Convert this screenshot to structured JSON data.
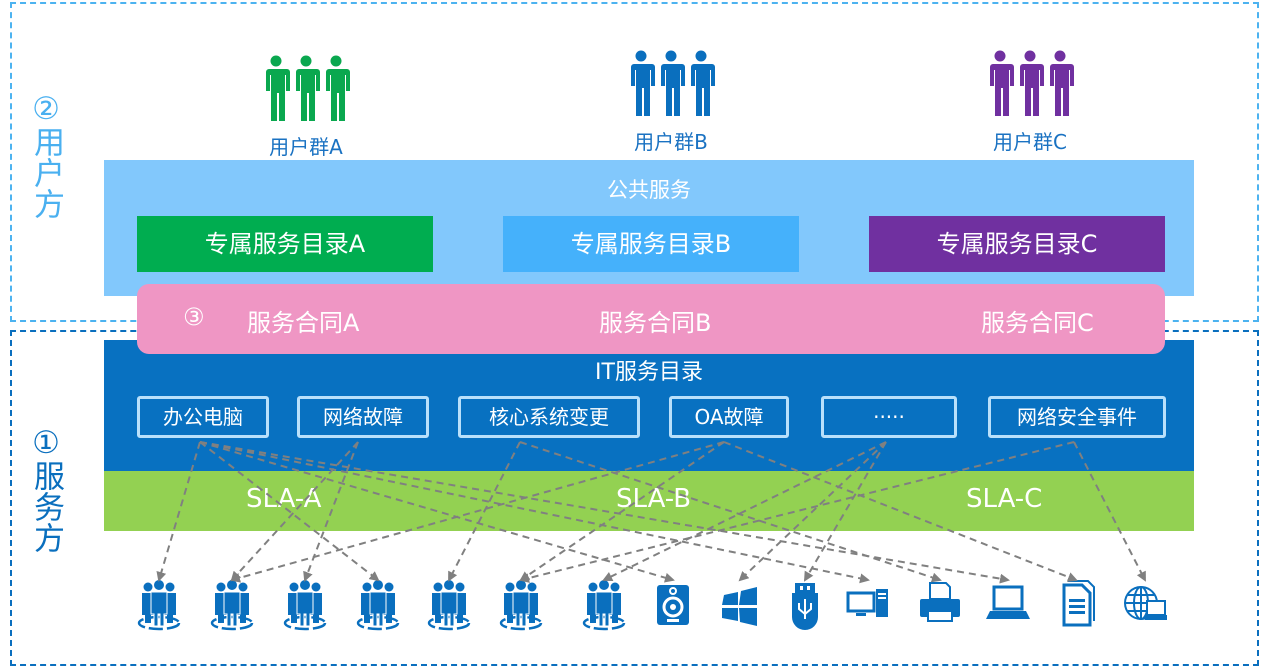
{
  "zones": {
    "user_side": {
      "number": "②",
      "label": "用户方"
    },
    "service_side": {
      "number": "①",
      "label": "服务方"
    }
  },
  "user_groups": [
    {
      "label": "用户群A",
      "color": "#0aa84f"
    },
    {
      "label": "用户群B",
      "color": "#0a6fbe"
    },
    {
      "label": "用户群C",
      "color": "#7030a0"
    }
  ],
  "public_service": {
    "title": "公共服务",
    "catalogs": [
      {
        "label": "专属服务目录A",
        "color": "#00ad50"
      },
      {
        "label": "专属服务目录B",
        "color": "#45b1fb"
      },
      {
        "label": "专属服务目录C",
        "color": "#7030a0"
      }
    ]
  },
  "contracts": {
    "number": "③",
    "items": [
      "服务合同A",
      "服务合同B",
      "服务合同C"
    ]
  },
  "it_catalog": {
    "title": "IT服务目录",
    "services": [
      "办公电脑",
      "网络故障",
      "核心系统变更",
      "OA故障",
      "·····",
      "网络安全事件"
    ]
  },
  "sla": [
    "SLA-A",
    "SLA-B",
    "SLA-C"
  ],
  "resources": [
    {
      "icon": "team-icon"
    },
    {
      "icon": "team-icon"
    },
    {
      "icon": "team-icon"
    },
    {
      "icon": "team-icon"
    },
    {
      "icon": "team-icon"
    },
    {
      "icon": "team-icon"
    },
    {
      "icon": "team-icon"
    },
    {
      "icon": "speaker-icon"
    },
    {
      "icon": "windows-icon"
    },
    {
      "icon": "usb-icon"
    },
    {
      "icon": "desktop-pc-icon"
    },
    {
      "icon": "printer-icon"
    },
    {
      "icon": "laptop-icon"
    },
    {
      "icon": "document-icon"
    },
    {
      "icon": "network-globe-icon"
    }
  ],
  "links": [
    [
      0,
      0
    ],
    [
      0,
      3
    ],
    [
      0,
      7
    ],
    [
      0,
      10
    ],
    [
      0,
      12
    ],
    [
      1,
      1
    ],
    [
      1,
      2
    ],
    [
      2,
      4
    ],
    [
      2,
      11
    ],
    [
      3,
      1
    ],
    [
      3,
      5
    ],
    [
      3,
      13
    ],
    [
      4,
      6
    ],
    [
      4,
      9
    ],
    [
      4,
      8
    ],
    [
      5,
      14
    ],
    [
      5,
      5
    ]
  ],
  "colors": {
    "arrow": "#808080",
    "icon": "#0a6fbe"
  }
}
